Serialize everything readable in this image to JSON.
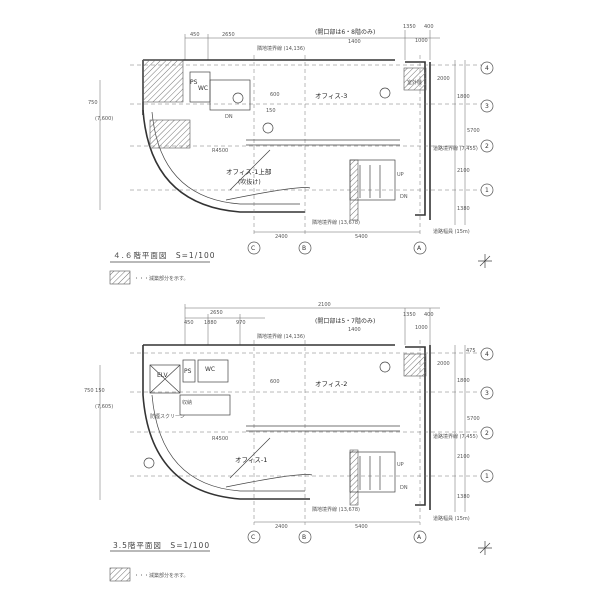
{
  "plans": [
    {
      "title": "４.６階平面図　S=1/100",
      "top_dims": [
        "450",
        "2650",
        "1350",
        "400"
      ],
      "dim_1400": "1400",
      "dim_1000": "1000",
      "boundary_top": "隣地境界線 (14,136)",
      "boundary_bottom": "隣地境界線 (13,678)",
      "opening_note": "(開口部は6・8階のみ)",
      "road_side": "道路境界線 (7,455)",
      "road_width": "道路幅員 (15m)",
      "bottom_dims": [
        "2400",
        "5400"
      ],
      "left_dims": [
        "750",
        "(7,600)"
      ],
      "right_dims": [
        "2000",
        "1800",
        "5700",
        "2100",
        "1380"
      ],
      "col_grid": [
        "C",
        "B",
        "A"
      ],
      "row_grid": [
        "4",
        "3",
        "2",
        "1"
      ],
      "rooms": {
        "office_main": "オフィス-3",
        "office_void": "オフィス-1上部",
        "office_void_sub": "(吹抜け)",
        "wc": "WC",
        "ps": "PS",
        "outdoor_unit": "室外機",
        "up": "UP",
        "dn": "DN",
        "dn2": "DN",
        "dim_r": "R4500",
        "dim_600": "600",
        "dim_150": "150"
      },
      "legend": "・・・減築部分を示す。"
    },
    {
      "title": "3.5階平面図　S=1/100",
      "top_dims": [
        "2100",
        "450",
        "1880",
        "970",
        "1350",
        "400"
      ],
      "dim_2650": "2650",
      "dim_1400": "1400",
      "dim_1000": "1000",
      "boundary_top": "隣地境界線 (14,136)",
      "boundary_bottom": "隣地境界線 (13,678)",
      "opening_note": "(開口部は5・7階のみ)",
      "road_side": "道路境界線 (7,455)",
      "road_width": "道路幅員 (15m)",
      "bottom_dims": [
        "2400",
        "5400"
      ],
      "left_dims": [
        "750 150",
        "(7,605)"
      ],
      "right_dims": [
        "2000",
        "1800",
        "5700",
        "2100",
        "1380",
        "475"
      ],
      "col_grid": [
        "C",
        "B",
        "A"
      ],
      "row_grid": [
        "4",
        "3",
        "2",
        "1"
      ],
      "rooms": {
        "office_main": "オフィス-2",
        "office_sub": "オフィス-1",
        "elv": "ELV",
        "wc": "WC",
        "ps": "PS",
        "storage": "収納",
        "screen": "防煙スクリーン",
        "up": "UP",
        "dn": "DN",
        "dim_r": "R4500",
        "dim_600": "600"
      },
      "legend": "・・・減築部分を示す。"
    }
  ]
}
